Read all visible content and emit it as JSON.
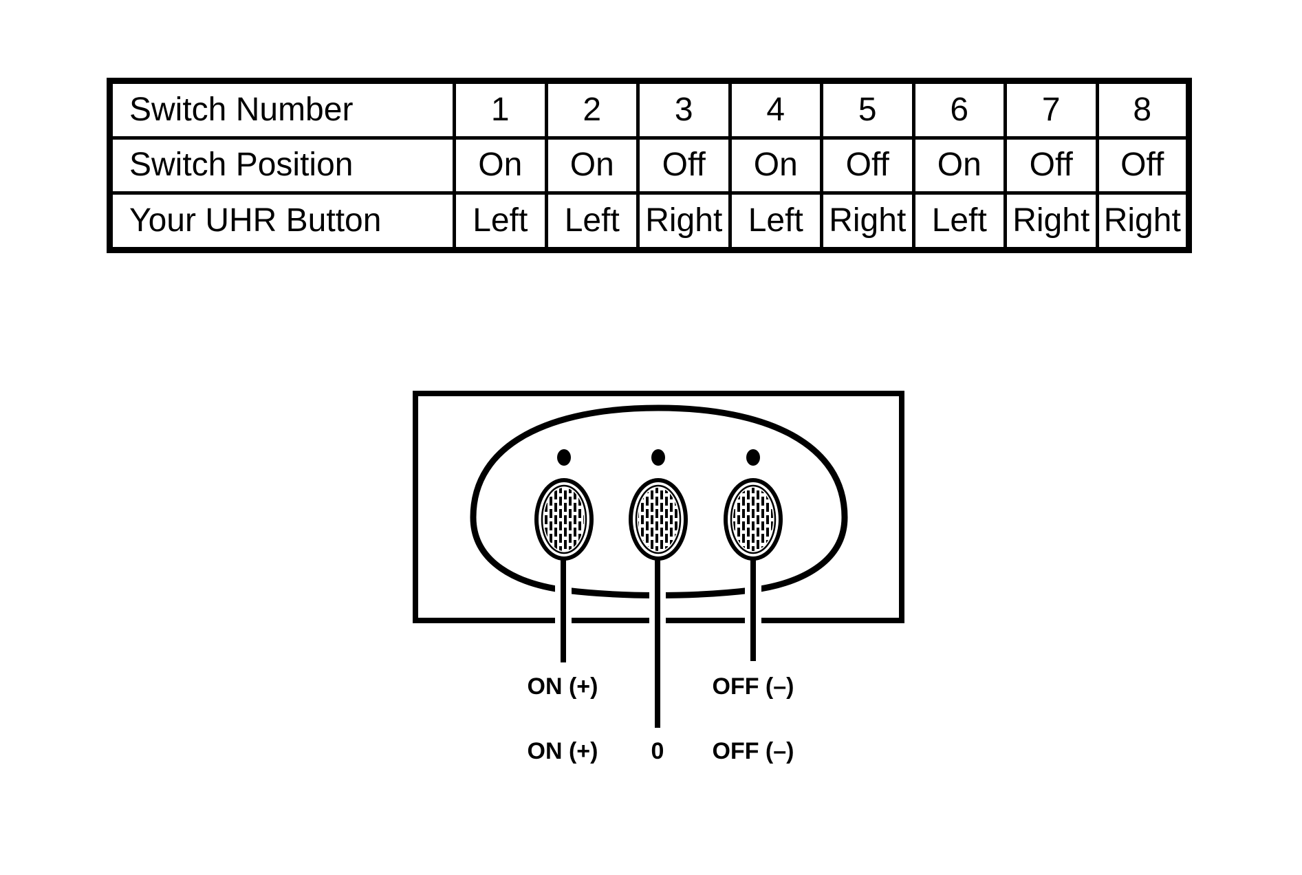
{
  "table": {
    "rows": [
      {
        "label": "Switch Number",
        "values": [
          "1",
          "2",
          "3",
          "4",
          "5",
          "6",
          "7",
          "8"
        ]
      },
      {
        "label": "Switch Position",
        "values": [
          "On",
          "On",
          "Off",
          "On",
          "Off",
          "On",
          "Off",
          "Off"
        ]
      },
      {
        "label": "Your UHR Button",
        "values": [
          "Left",
          "Left",
          "Right",
          "Left",
          "Right",
          "Left",
          "Right",
          "Right"
        ]
      }
    ]
  },
  "diagram": {
    "labels": {
      "on_top": "ON (+)",
      "off_top": "OFF (–)",
      "on_bottom": "ON (+)",
      "zero": "0",
      "off_bottom": "OFF (–)"
    },
    "icon_names": [
      "led-dot-icon",
      "hatched-button-icon"
    ]
  },
  "colors": {
    "ink": "#000000",
    "background": "#ffffff"
  }
}
